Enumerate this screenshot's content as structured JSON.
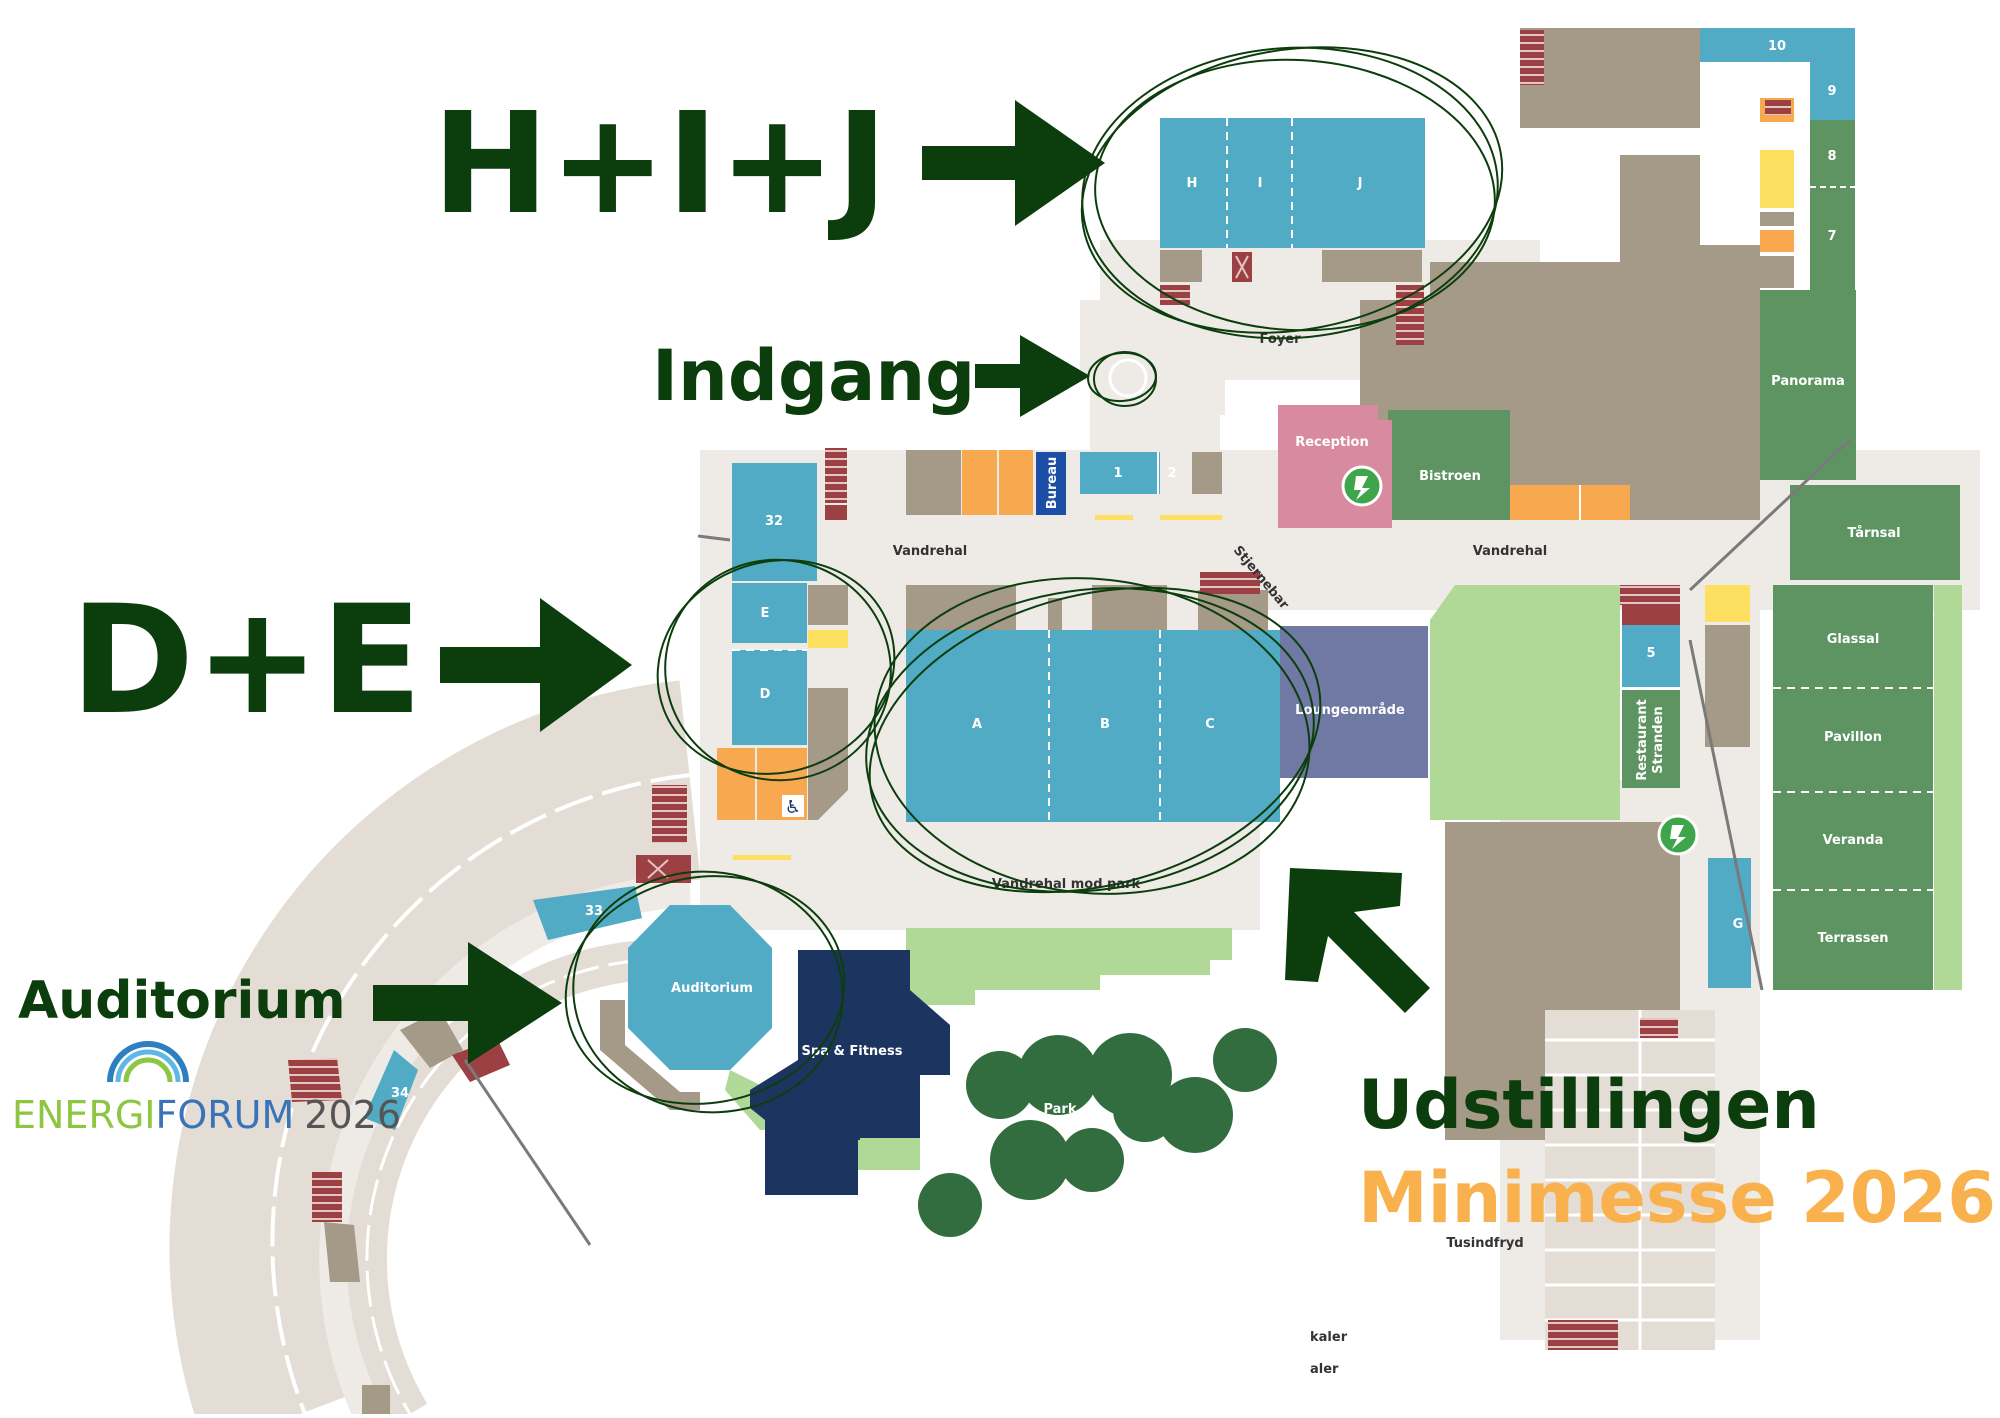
{
  "callouts": {
    "hij": "H+I+J",
    "indgang": "Indgang",
    "de": "D+E",
    "auditorium": "Auditorium",
    "udstillingen": "Udstillingen",
    "minimesse": "Minimesse 2026"
  },
  "logo": {
    "energi": "ENERGI",
    "forum": "FORUM",
    "year": "2026"
  },
  "rooms": {
    "h": "H",
    "i": "I",
    "j": "J",
    "r10": "10",
    "r9": "9",
    "r8": "8",
    "r7": "7",
    "panorama": "Panorama",
    "foyer": "Foyer",
    "reception": "Reception",
    "bistroen": "Bistroen",
    "tarnsal": "Tårnsal",
    "r1": "1",
    "r2": "2",
    "bureau": "Bureau",
    "r32": "32",
    "vandrehal_left": "Vandrehal",
    "vandrehal_right": "Vandrehal",
    "stjernebar": "Stjernebar",
    "e": "E",
    "d": "D",
    "a": "A",
    "b": "B",
    "c": "C",
    "loungeomrade": "Loungeområde",
    "r5": "5",
    "restaurant_line1": "Restaurant",
    "restaurant_line2": "Stranden",
    "glassal": "Glassal",
    "pavillon": "Pavillon",
    "veranda": "Veranda",
    "terrassen": "Terrassen",
    "g": "G",
    "vandrehal_park": "Vandrehal mod park",
    "r33": "33",
    "r34": "34",
    "auditorium_room": "Auditorium",
    "spa": "Spa & Fitness",
    "park": "Park",
    "tusindfryd": "Tusindfryd",
    "kaler": "kaler",
    "aler": "aler"
  },
  "colors": {
    "room_blue": "#52abc4",
    "room_green": "#5e9462",
    "light_green": "#b0d897",
    "tan": "#a59987",
    "orange": "#f8a84e",
    "yellow": "#fde060",
    "stairs": "#9b4143",
    "lounge": "#7079a3",
    "navy": "#1c3560",
    "reception": "#d78aa0",
    "corridor": "#eeebe7",
    "callout_green": "#0c3d0c",
    "minimesse_orange": "#f8b14c"
  }
}
